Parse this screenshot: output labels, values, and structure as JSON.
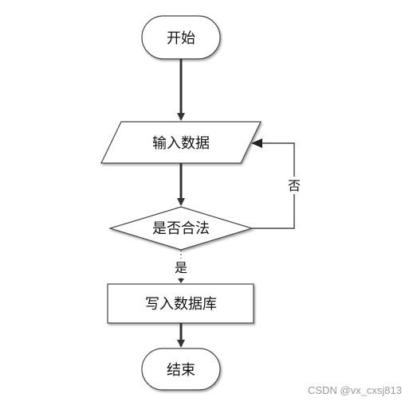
{
  "nodes": {
    "start": "开始",
    "input": "输入数据",
    "decision": "是否合法",
    "write": "写入数据库",
    "end": "结束"
  },
  "edges": {
    "no_label": "否",
    "yes_label": "是"
  },
  "watermark": "CSDN @vx_cxsj813"
}
